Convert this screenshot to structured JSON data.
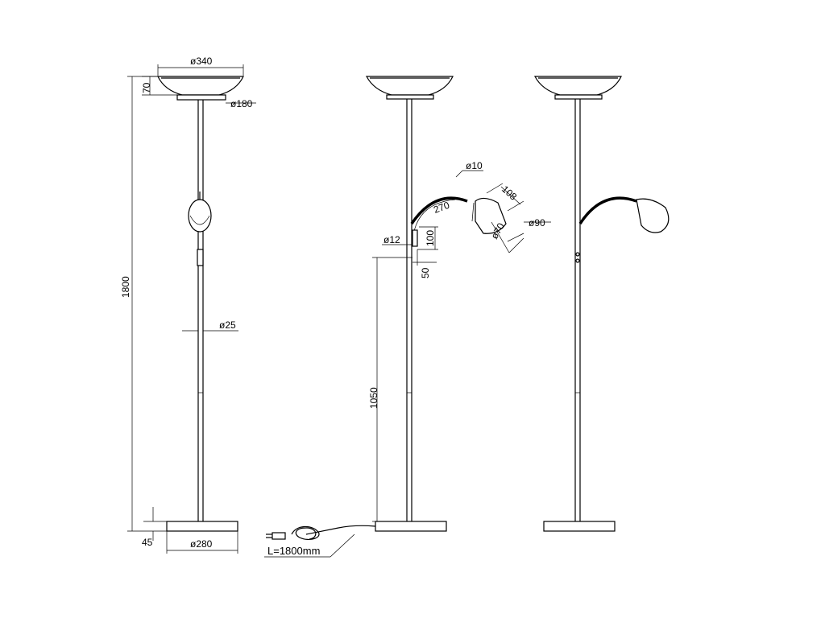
{
  "dimensions": {
    "shade_diameter": "ø340",
    "shade_height": "70",
    "shade_base_diameter": "ø180",
    "total_height": "1800",
    "pole_diameter": "ø25",
    "base_height": "45",
    "base_diameter": "ø280",
    "arm_tube_diameter": "ø10",
    "arm_length": "270",
    "reading_shade_length": "108",
    "reading_shade_outer": "ø90",
    "reading_shade_inner": "ø70",
    "switch_diameter": "ø12",
    "switch_offset": "100",
    "switch_depth": "50",
    "switch_height": "1050",
    "cable_length": "L=1800mm"
  }
}
